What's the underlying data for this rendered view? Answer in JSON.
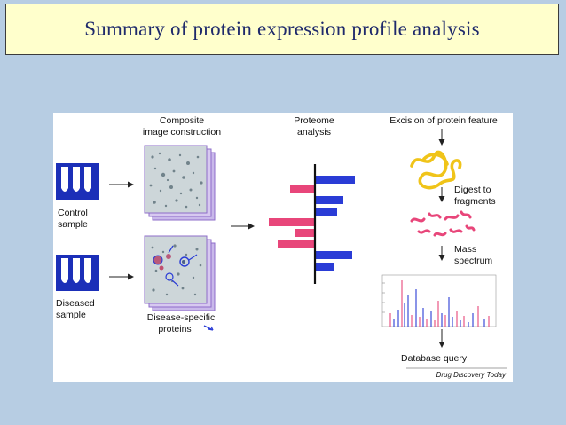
{
  "title": "Summary of protein expression profile analysis",
  "figure": {
    "headers": {
      "composite_line1": "Composite",
      "composite_line2": "image construction",
      "proteome_line1": "Proteome",
      "proteome_line2": "analysis",
      "excision": "Excision of protein feature"
    },
    "control_line1": "Control",
    "control_line2": "sample",
    "diseased_line1": "Diseased",
    "diseased_line2": "sample",
    "disease_specific_line1": "Disease-specific",
    "disease_specific_line2": "proteins",
    "digest_line1": "Digest to",
    "digest_line2": "fragments",
    "mass_line1": "Mass",
    "mass_line2": "spectrum",
    "database": "Database query",
    "credit": "Drug Discovery Today",
    "colors": {
      "blue": "#2a3cd6",
      "pink": "#e8467a",
      "yellow": "#f0c419",
      "gel_edge": "#a98ad6",
      "tube": "#1b2fb8"
    }
  }
}
